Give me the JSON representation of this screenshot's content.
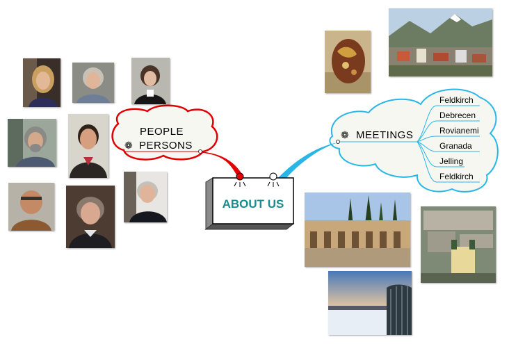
{
  "central_topic": {
    "label": "ABOUT US"
  },
  "people_topic": {
    "line1": "PEOPLE",
    "line2": "PERSONS",
    "icon": "gear-icon"
  },
  "meetings_topic": {
    "label": "MEETINGS",
    "icon": "gear-icon",
    "items": [
      "Feldkirch",
      "Debrecen",
      "Rovianemi",
      "Granada",
      "Jelling",
      "Feldkirch"
    ]
  },
  "colors": {
    "people_cloud": "#e00000",
    "meetings_cloud": "#29b6e6",
    "central_text": "#1a8c8c",
    "cloud_fill": "#f7f7f2"
  }
}
